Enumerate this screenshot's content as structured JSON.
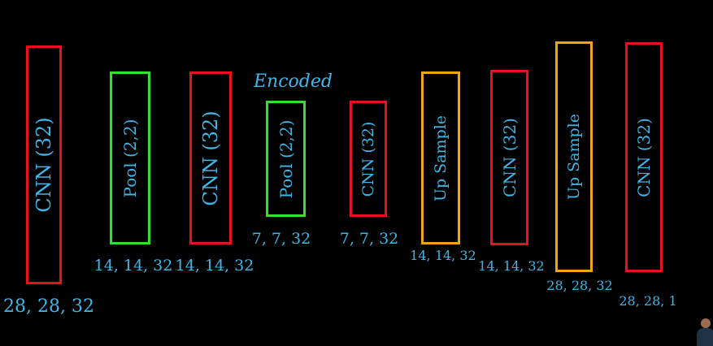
{
  "annotation": {
    "encoded": "Encoded"
  },
  "colors": {
    "cnn": "#e8111f",
    "pool": "#32e02e",
    "upsample": "#f2a411",
    "text": "#3fb6e8",
    "background": "#000000"
  },
  "layers": [
    {
      "kind": "cnn",
      "label": "CNN (32)",
      "dims": "28, 28, 32"
    },
    {
      "kind": "pool",
      "label": "Pool (2,2)",
      "dims": "14, 14, 32"
    },
    {
      "kind": "cnn",
      "label": "CNN (32)",
      "dims": "14, 14, 32"
    },
    {
      "kind": "pool",
      "label": "Pool (2,2)",
      "dims": "7, 7, 32"
    },
    {
      "kind": "cnn",
      "label": "CNN (32)",
      "dims": "7, 7, 32"
    },
    {
      "kind": "upsample",
      "label": "Up Sample",
      "dims": "14, 14, 32"
    },
    {
      "kind": "cnn",
      "label": "CNN (32)",
      "dims": "14, 14, 32"
    },
    {
      "kind": "upsample",
      "label": "Up Sample",
      "dims": "28, 28, 32"
    },
    {
      "kind": "cnn",
      "label": "CNN (32)",
      "dims": "28, 28, 1"
    }
  ]
}
